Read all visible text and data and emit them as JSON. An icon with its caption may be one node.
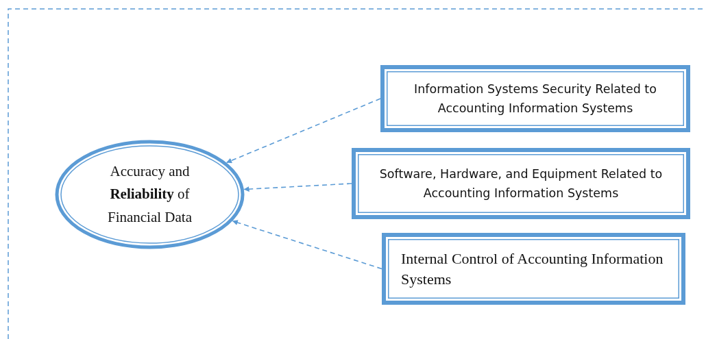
{
  "diagram": {
    "nodes": [
      {
        "text": [
          "Accuracy and **Reliability** of Financial Data"
        ]
      },
      {
        "text": [
          "Information Systems Security Related to Accounting Information Systems"
        ]
      },
      {
        "text": [
          "Software, Hardware, and Equipment Related to Accounting Information Systems"
        ]
      },
      {
        "text": [
          "Internal Control of Accounting Information Systems"
        ]
      }
    ],
    "edges": [
      {
        "from": 1,
        "to": 0,
        "arrow": "to",
        "style": "dashed"
      },
      {
        "from": 2,
        "to": 0,
        "arrow": "to",
        "style": "dashed"
      },
      {
        "from": 3,
        "to": 0,
        "arrow": "to",
        "style": "dashed"
      }
    ]
  }
}
